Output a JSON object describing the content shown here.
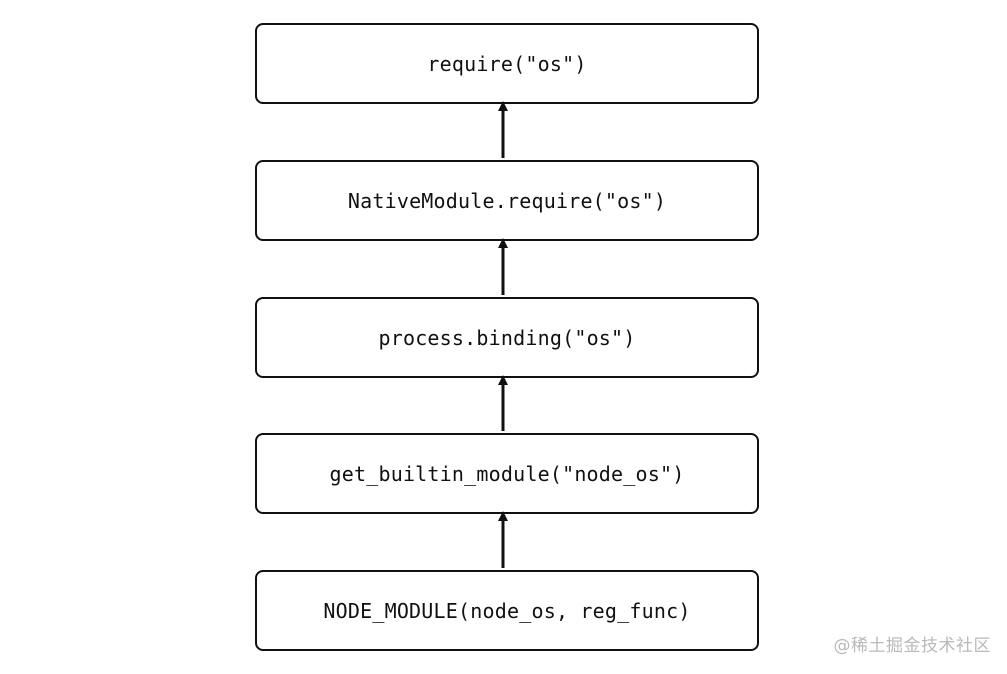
{
  "diagram": {
    "boxes": [
      {
        "label": "require(\"os\")"
      },
      {
        "label": "NativeModule.require(\"os\")"
      },
      {
        "label": "process.binding(\"os\")"
      },
      {
        "label": "get_builtin_module(\"node_os\")"
      },
      {
        "label": "NODE_MODULE(node_os, reg_func)"
      }
    ],
    "arrow_direction": "upward"
  },
  "watermark": {
    "text": "@稀土掘金技术社区"
  }
}
